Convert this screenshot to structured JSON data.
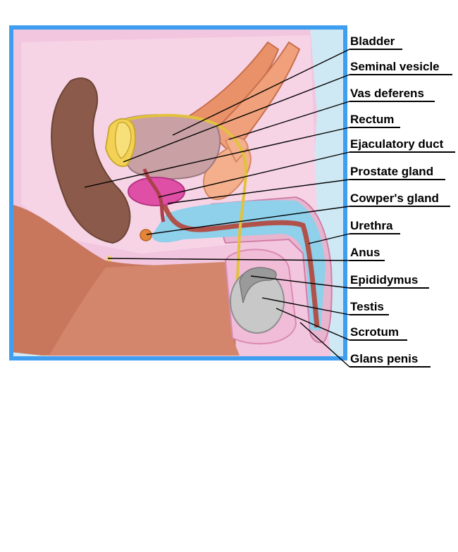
{
  "colors": {
    "frame": "#3f9ef0",
    "background_pink": "#f3c6df",
    "sky": "#cfe9f4",
    "skin": "#c8775d",
    "rectum": "#8b5a4a",
    "bladder": "#c9a0a4",
    "vesicle": "#f2d154",
    "prostate": "#e04fa6",
    "urethra": "#8fd0ea",
    "testis": "#c8c8c8",
    "muscle": "#e9926a"
  },
  "labels": [
    {
      "id": "bladder",
      "text": "Bladder"
    },
    {
      "id": "seminal-vesicle",
      "text": "Seminal vesicle"
    },
    {
      "id": "vas-deferens",
      "text": "Vas deferens"
    },
    {
      "id": "rectum",
      "text": "Rectum"
    },
    {
      "id": "ejaculatory-duct",
      "text": "Ejaculatory duct"
    },
    {
      "id": "prostate-gland",
      "text": "Prostate gland"
    },
    {
      "id": "cowpers-gland",
      "text": "Cowper's gland"
    },
    {
      "id": "urethra",
      "text": "Urethra"
    },
    {
      "id": "anus",
      "text": "Anus"
    },
    {
      "id": "epididymus",
      "text": "Epididymus"
    },
    {
      "id": "testis",
      "text": "Testis"
    },
    {
      "id": "scrotum",
      "text": "Scrotum"
    },
    {
      "id": "glans-penis",
      "text": "Glans penis"
    }
  ]
}
